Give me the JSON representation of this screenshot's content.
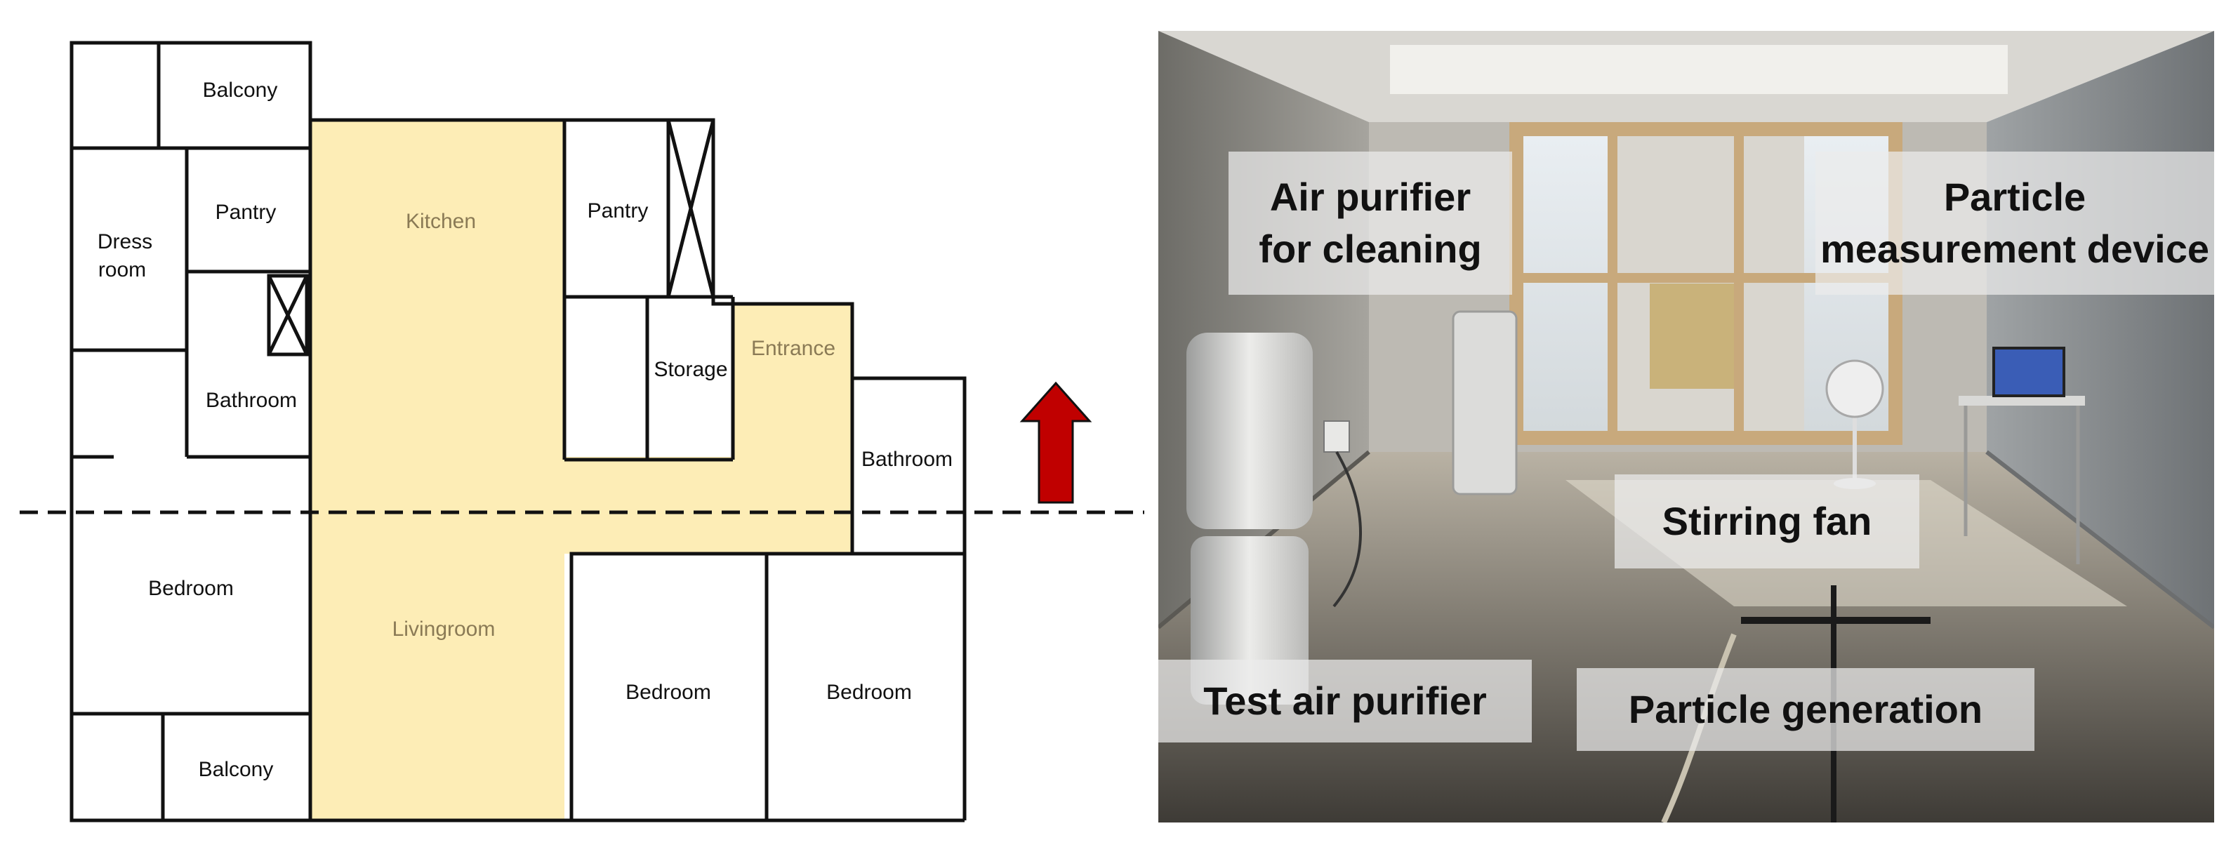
{
  "floorplan": {
    "rooms": {
      "balcony_top": "Balcony",
      "dress_room_line1": "Dress",
      "dress_room_line2": "room",
      "pantry_left": "Pantry",
      "kitchen": "Kitchen",
      "pantry_right": "Pantry",
      "storage": "Storage",
      "entrance": "Entrance",
      "bathroom_left": "Bathroom",
      "bathroom_right": "Bathroom",
      "bedroom_left": "Bedroom",
      "livingroom": "Livingroom",
      "bedroom_middle": "Bedroom",
      "bedroom_right": "Bedroom",
      "balcony_bottom": "Balcony"
    },
    "colors": {
      "highlight": "#fdedb6",
      "wall": "#111111",
      "arrow": "#c00000",
      "highlight_text": "#8a7a55"
    },
    "arrow_icon": "up-arrow-icon"
  },
  "photo": {
    "labels": {
      "air_purifier_line1": "Air purifier",
      "air_purifier_line2": "for cleaning",
      "particle_device_line1": "Particle",
      "particle_device_line2": "measurement device",
      "stirring_fan": "Stirring fan",
      "test_air_purifier": "Test air purifier",
      "particle_generation": "Particle generation"
    }
  }
}
